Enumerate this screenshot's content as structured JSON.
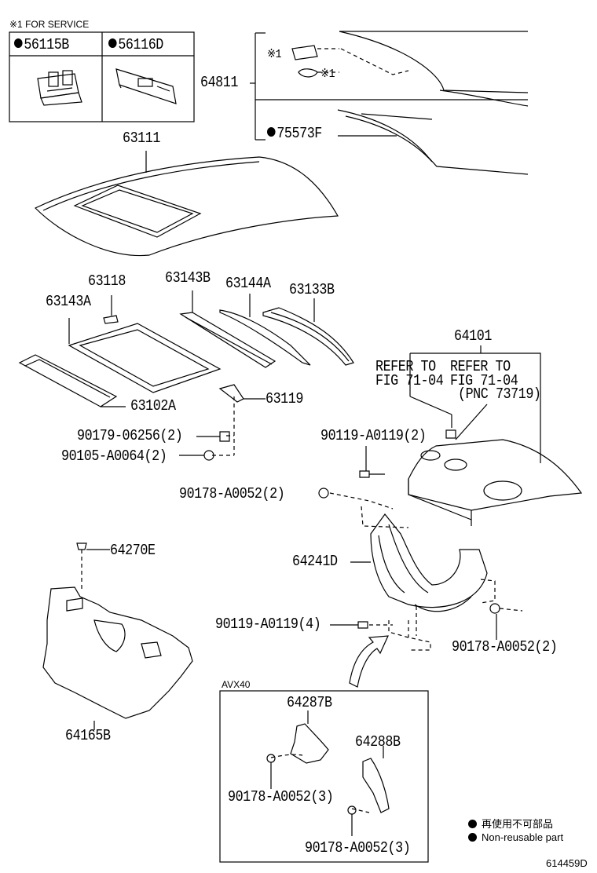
{
  "service": {
    "note": "※1 FOR SERVICE",
    "part_a": "56115B",
    "part_b": "56116D"
  },
  "labels": {
    "p64811": "64811",
    "mark1_a": "※1",
    "mark1_b": "※1",
    "p75573F": "75573F",
    "p63111": "63111",
    "p63118": "63118",
    "p63143B": "63143B",
    "p63144A": "63144A",
    "p63133B": "63133B",
    "p63143A": "63143A",
    "p64101": "64101",
    "refer1_line1": "REFER TO",
    "refer1_line2": "FIG 71-04",
    "refer2_line1": "REFER TO",
    "refer2_line2": "FIG 71-04",
    "refer2_line3": "(PNC 73719)",
    "p63102A": "63102A",
    "p63119": "63119",
    "p90179_06256": "90179-06256(2)",
    "p90105_A0064": "90105-A0064(2)",
    "p90119_A0119_2": "90119-A0119(2)",
    "p90178_A0052_2a": "90178-A0052(2)",
    "p64270E": "64270E",
    "p64241D": "64241D",
    "p90119_A0119_4": "90119-A0119(4)",
    "p90178_A0052_2b": "90178-A0052(2)",
    "p64165B": "64165B",
    "avx": "AVX40",
    "p64287B": "64287B",
    "p64288B": "64288B",
    "p90178_A0052_3a": "90178-A0052(3)",
    "p90178_A0052_3b": "90178-A0052(3)"
  },
  "legend": {
    "jp": "再使用不可部品",
    "en": "Non-reusable part"
  },
  "diagram_id": "614459D"
}
